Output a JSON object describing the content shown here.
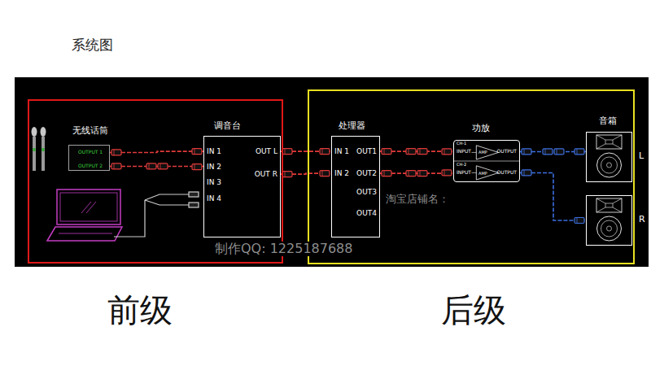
{
  "diagram": {
    "title": "系统图",
    "nodes": [
      {
        "text": [
          "前级"
        ]
      },
      {
        "text": [
          "无线话筒",
          "OUTPUT 1",
          "OUTPUT 2"
        ],
        "in": 0
      },
      {
        "text": [
          "调音台",
          "IN 1",
          "IN 2",
          "IN 3",
          "IN 4",
          "OUT L",
          "OUT R"
        ],
        "in": 0
      },
      {
        "text": [
          "后级"
        ]
      },
      {
        "text": [
          "处理器",
          "IN 1",
          "IN 2",
          "OUT1",
          "OUT2",
          "OUT3",
          "OUT4"
        ],
        "in": 3
      },
      {
        "text": [
          "功放",
          "CH-1",
          "INPUT",
          "AMP",
          "OUTPUT",
          "CH-2",
          "INPUT",
          "AMP",
          "OUTPUT"
        ],
        "in": 3
      },
      {
        "text": [
          "音箱",
          "L"
        ],
        "in": 3
      },
      {
        "text": [
          "R"
        ],
        "in": 3
      }
    ],
    "edges": [
      {
        "from": 1,
        "to": 2,
        "arrow": "none"
      },
      {
        "from": 1,
        "to": 2,
        "arrow": "none"
      },
      {
        "from": 2,
        "to": 4,
        "arrow": "none"
      },
      {
        "from": 2,
        "to": 4,
        "arrow": "none"
      },
      {
        "from": 4,
        "to": 5,
        "arrow": "none"
      },
      {
        "from": 4,
        "to": 5,
        "arrow": "none"
      },
      {
        "from": 5,
        "to": 6,
        "arrow": "none"
      },
      {
        "from": 5,
        "to": 7,
        "arrow": "none"
      }
    ],
    "labels": [
      "淘宝店铺名：",
      "制作QQ: 1225187688"
    ]
  }
}
